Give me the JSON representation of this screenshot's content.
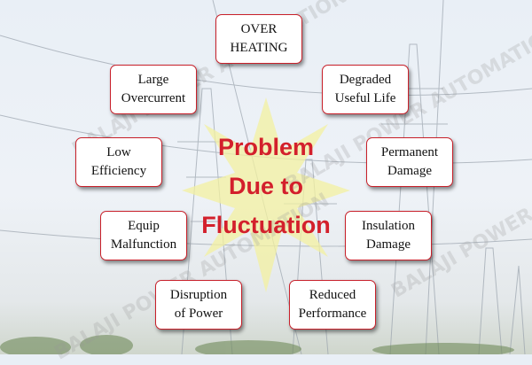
{
  "center_title": [
    "Problem",
    "Due to",
    "Fluctuation"
  ],
  "problems": [
    {
      "lines": [
        "OVER",
        "HEATING"
      ]
    },
    {
      "lines": [
        "Large",
        "Overcurrent"
      ]
    },
    {
      "lines": [
        "Degraded",
        "Useful Life"
      ]
    },
    {
      "lines": [
        "Low",
        "Efficiency"
      ]
    },
    {
      "lines": [
        "Permanent",
        "Damage"
      ]
    },
    {
      "lines": [
        "Equip",
        "Malfunction"
      ]
    },
    {
      "lines": [
        "Insulation",
        "Damage"
      ]
    },
    {
      "lines": [
        "Disruption",
        "of Power"
      ]
    },
    {
      "lines": [
        "Reduced",
        "Performance"
      ]
    }
  ],
  "watermark": "BALAJI POWER AUTOMATION",
  "colors": {
    "accent": "#d3202c",
    "burst": "#f3f0a0"
  }
}
